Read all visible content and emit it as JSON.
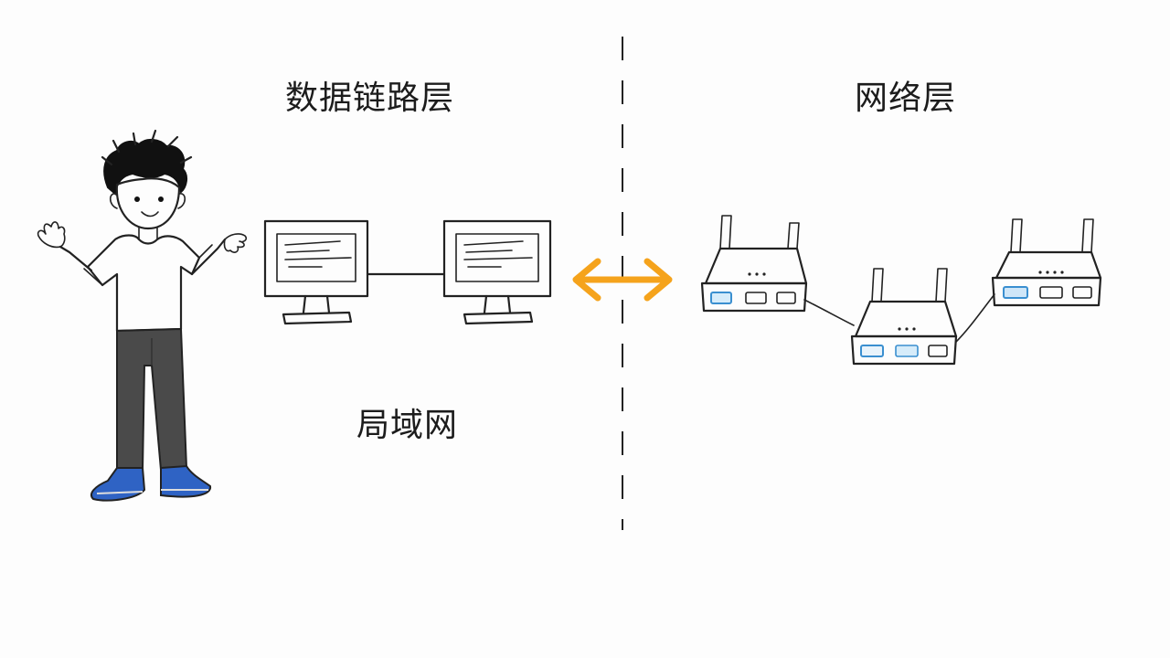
{
  "labels": {
    "left_layer": "数据链路层",
    "right_layer": "网络层",
    "left_caption": "局域网"
  },
  "icons": {
    "person": "person-icon",
    "monitor": "monitor-icon",
    "router": "router-icon",
    "arrow": "double-arrow-icon",
    "divider": "dashed-divider"
  },
  "colors": {
    "ink": "#222222",
    "arrow": "#f5a31c",
    "shoes": "#2f63c4",
    "pants": "#4a4a4a",
    "port_accent": "#3a8fd0",
    "background": "#fdfdfd"
  }
}
